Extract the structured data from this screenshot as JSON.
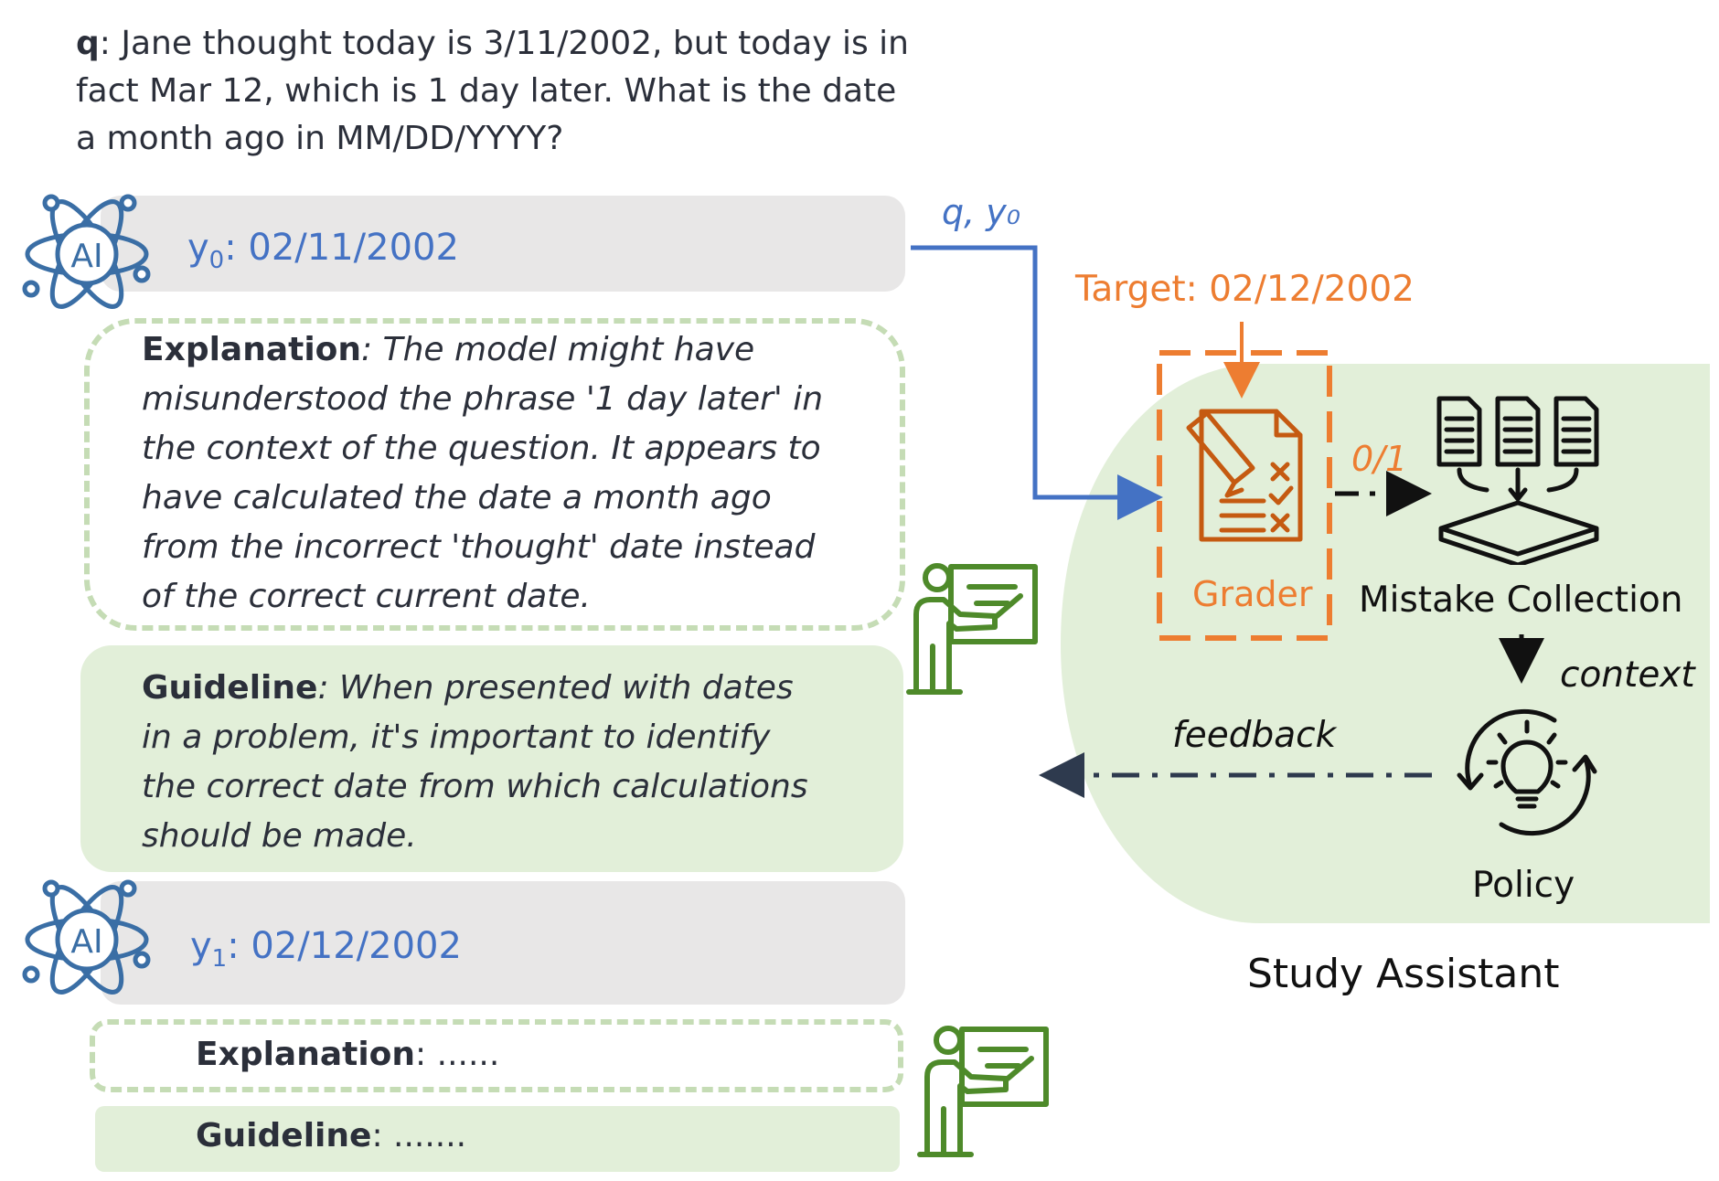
{
  "question": {
    "prefix": "q",
    "text": ": Jane thought today is 3/11/2002, but today is in fact Mar 12, which is 1 day later. What is the date a month ago  in MM/DD/YYYY?"
  },
  "ai_icon_text": "AI",
  "round1": {
    "y_var": "y",
    "y_sub": "0",
    "y_value": ": 02/11/2002",
    "explanation_key": "Explanation",
    "explanation_text": ": The model might have misunderstood the phrase '1 day later' in the context of the question. It appears to have calculated the date a month ago from the incorrect 'thought' date instead of the correct current date.",
    "guideline_key": "Guideline",
    "guideline_text": ": When presented with dates in a problem, it's important to identify the correct date from which calculations should be made."
  },
  "round2": {
    "y_var": "y",
    "y_sub": "1",
    "y_value": ": 02/12/2002",
    "explanation_key": "Explanation",
    "explanation_text": ": ......",
    "guideline_key": "Guideline",
    "guideline_text": ": ......."
  },
  "assistant": {
    "input_label": "q, y₀",
    "target_label": "Target: 02/12/2002",
    "grader_label": "Grader",
    "score_label": "0/1",
    "mistake_label": "Mistake Collection",
    "context_label": "context",
    "policy_label": "Policy",
    "feedback_label": "feedback",
    "title": "Study Assistant"
  },
  "colors": {
    "blue": "#4472c4",
    "orange": "#ed7d31",
    "green_fill": "#e2efd9",
    "green_dash": "#c5dcb5",
    "teacher_green": "#4e8a2a",
    "dark_navy": "#2e3a4e",
    "ai_blue": "#3a6ea5"
  },
  "icons": [
    "atom-ai-icon",
    "teacher-icon",
    "grader-clipboard-icon",
    "documents-tray-icon",
    "lightbulb-cycle-icon"
  ]
}
